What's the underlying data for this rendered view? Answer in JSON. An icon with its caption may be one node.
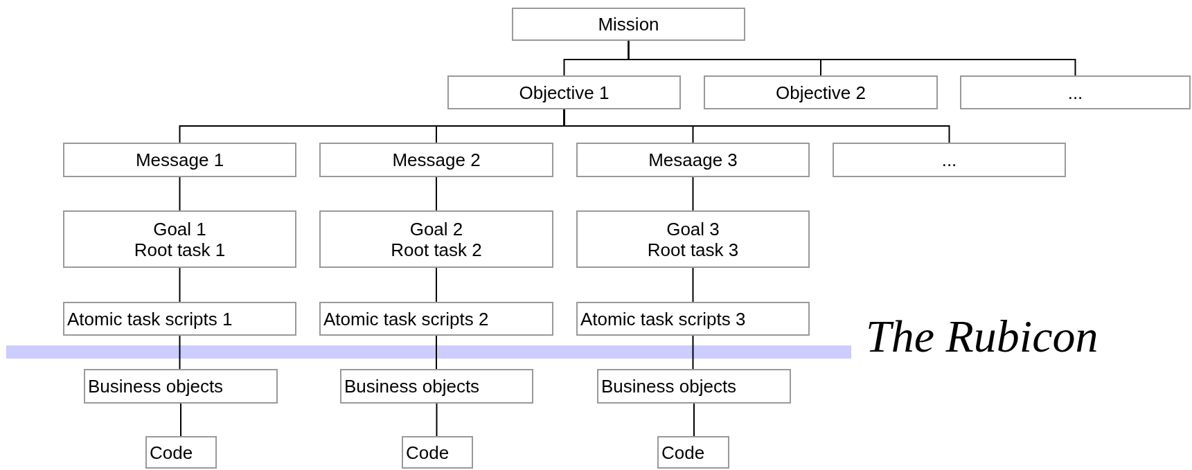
{
  "diagram": {
    "nodes": [
      {
        "text": [
          "Mission"
        ]
      },
      {
        "text": [
          "Objective 1"
        ]
      },
      {
        "text": [
          "Objective 2"
        ]
      },
      {
        "text": [
          "..."
        ]
      },
      {
        "text": [
          "Message 1"
        ]
      },
      {
        "text": [
          "Message 2"
        ]
      },
      {
        "text": [
          "Mesaage 3"
        ]
      },
      {
        "text": [
          "..."
        ]
      },
      {
        "text": [
          "Goal 1",
          "Root task 1"
        ]
      },
      {
        "text": [
          "Goal 2",
          "Root task 2"
        ]
      },
      {
        "text": [
          "Goal 3",
          "Root task 3"
        ]
      },
      {
        "text": [
          "Atomic task scripts 1"
        ]
      },
      {
        "text": [
          "Atomic task scripts 2"
        ]
      },
      {
        "text": [
          "Atomic task scripts 3"
        ]
      },
      {
        "text": [
          "Business objects"
        ]
      },
      {
        "text": [
          "Business objects"
        ]
      },
      {
        "text": [
          "Business objects"
        ]
      },
      {
        "text": [
          "Code"
        ]
      },
      {
        "text": [
          "Code"
        ]
      },
      {
        "text": [
          "Code"
        ]
      },
      {
        "text": [],
        "shape": "bar"
      }
    ],
    "edges": [
      {
        "from": 0,
        "to": 1,
        "arrow": "none"
      },
      {
        "from": 0,
        "to": 2,
        "arrow": "none"
      },
      {
        "from": 0,
        "to": 3,
        "arrow": "none"
      },
      {
        "from": 1,
        "to": 4,
        "arrow": "none"
      },
      {
        "from": 1,
        "to": 5,
        "arrow": "none"
      },
      {
        "from": 1,
        "to": 6,
        "arrow": "none"
      },
      {
        "from": 1,
        "to": 7,
        "arrow": "none"
      },
      {
        "from": 4,
        "to": 8,
        "arrow": "none"
      },
      {
        "from": 5,
        "to": 9,
        "arrow": "none"
      },
      {
        "from": 6,
        "to": 10,
        "arrow": "none"
      },
      {
        "from": 8,
        "to": 11,
        "arrow": "none"
      },
      {
        "from": 9,
        "to": 12,
        "arrow": "none"
      },
      {
        "from": 10,
        "to": 13,
        "arrow": "none"
      },
      {
        "from": 11,
        "to": 14,
        "arrow": "none"
      },
      {
        "from": 12,
        "to": 15,
        "arrow": "none"
      },
      {
        "from": 13,
        "to": 16,
        "arrow": "none"
      },
      {
        "from": 14,
        "to": 17,
        "arrow": "none"
      },
      {
        "from": 15,
        "to": 18,
        "arrow": "none"
      },
      {
        "from": 16,
        "to": 19,
        "arrow": "none"
      }
    ],
    "labels": [
      "The Rubicon"
    ]
  }
}
